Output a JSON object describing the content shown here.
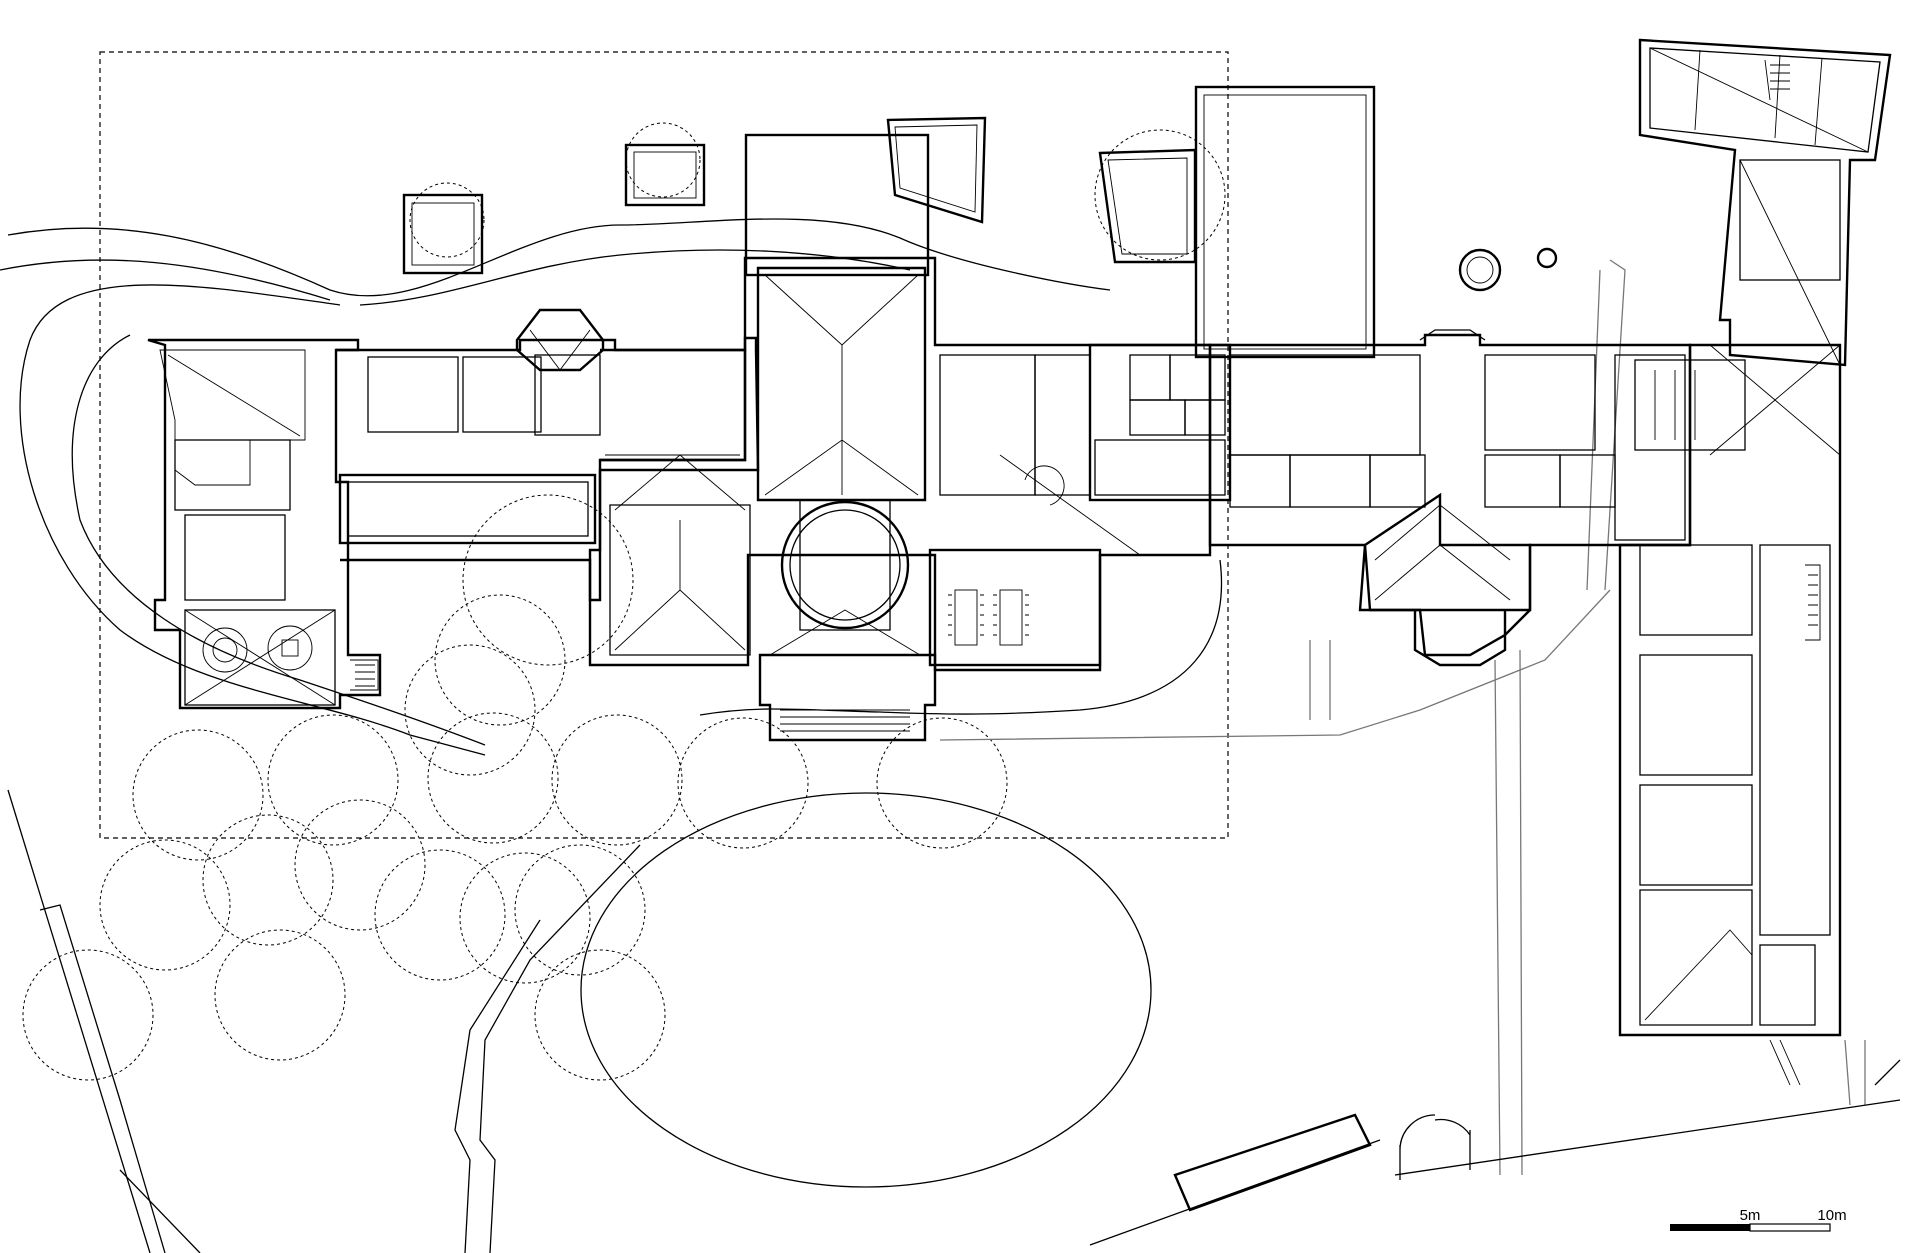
{
  "scale_bar": {
    "label_mid": "5m",
    "label_end": "10m"
  },
  "colors": {
    "line": "#000000",
    "background": "#ffffff",
    "secondary_line": "#777777"
  },
  "legend_icons": [
    "tree-canopy",
    "staircase",
    "door-swing",
    "toilet-cubicle",
    "dining-table"
  ]
}
